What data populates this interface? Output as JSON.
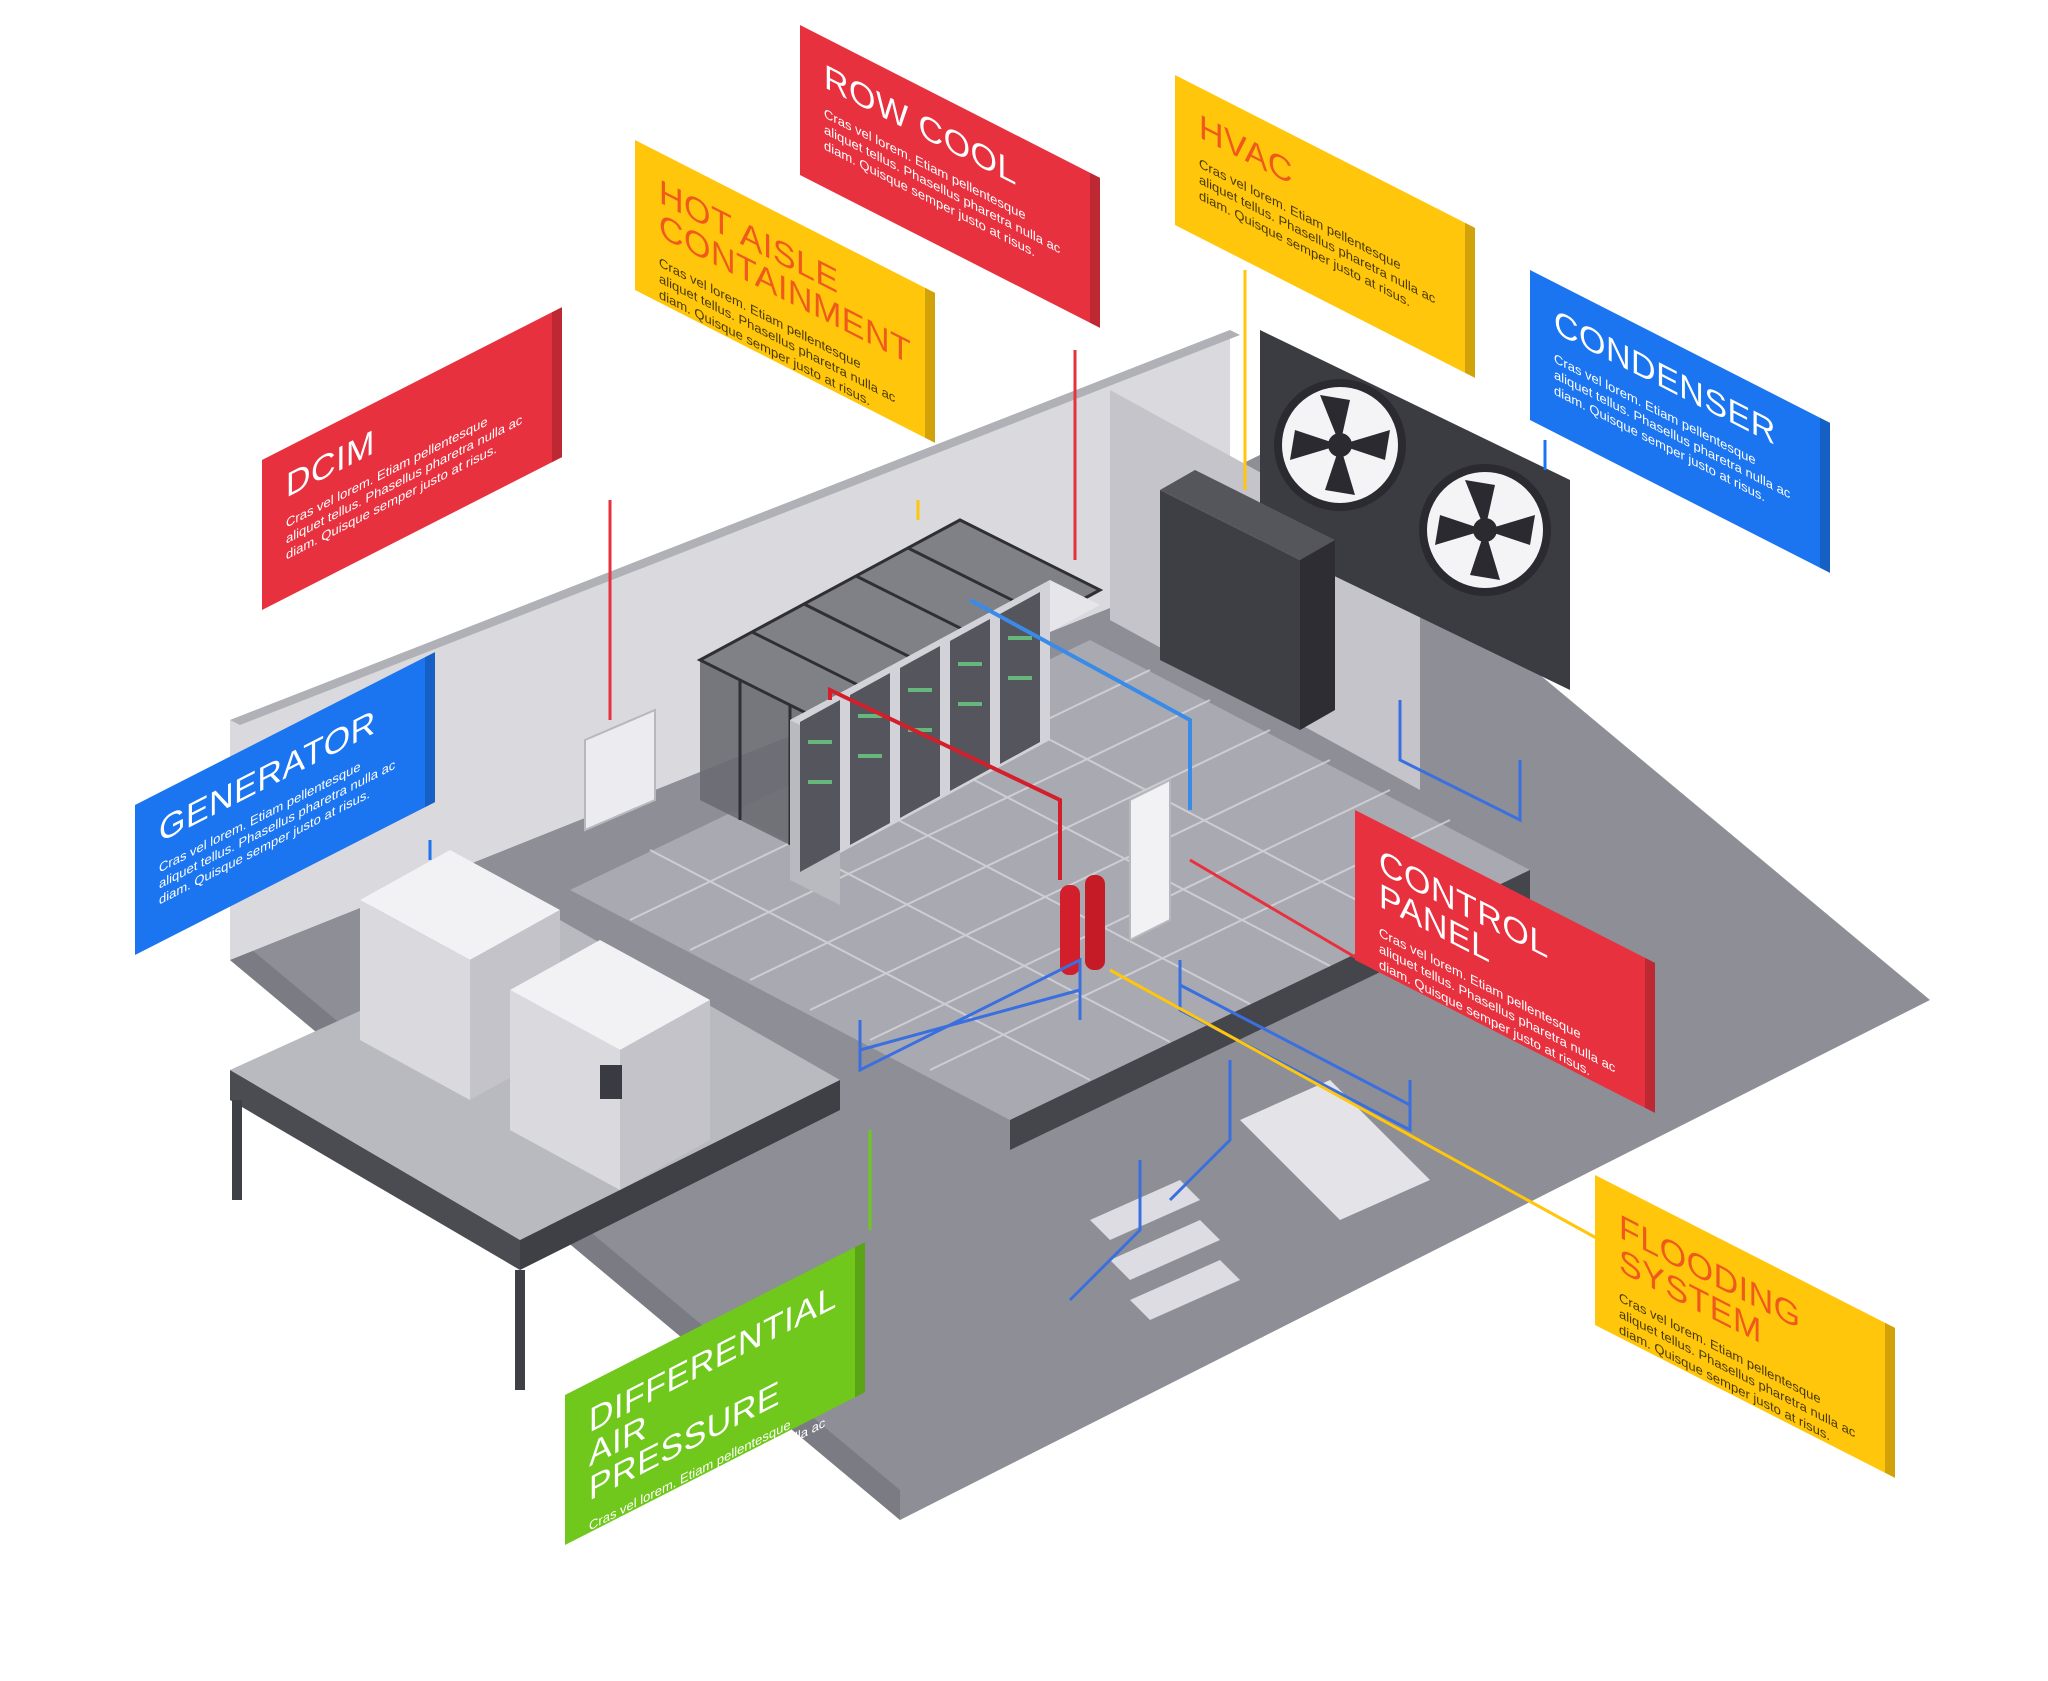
{
  "labels": {
    "row_cool": {
      "title": "ROW COOL",
      "body": "Cras vel lorem. Etiam pellentesque aliquet tellus. Phasellus pharetra nulla ac diam. Quisque semper justo at risus.",
      "color": "#e8313f"
    },
    "hvac": {
      "title": "HVAC",
      "body": "Cras vel lorem. Etiam pellentesque aliquet tellus. Phasellus pharetra nulla ac diam. Quisque semper justo at risus.",
      "color": "#ffc60b"
    },
    "hot_aisle": {
      "title": "HOT AISLE\nCONTAINMENT",
      "body": "Cras vel lorem. Etiam pellentesque aliquet tellus. Phasellus pharetra nulla ac diam. Quisque semper justo at risus.",
      "color": "#ffc60b"
    },
    "condenser": {
      "title": "CONDENSER",
      "body": "Cras vel lorem. Etiam pellentesque aliquet tellus. Phasellus pharetra nulla ac diam. Quisque semper justo at risus.",
      "color": "#1b74f0"
    },
    "dcim": {
      "title": "DCIM",
      "body": "Cras vel lorem. Etiam pellentesque aliquet tellus. Phasellus pharetra nulla ac diam. Quisque semper justo at risus.",
      "color": "#e8313f"
    },
    "generator": {
      "title": "GENERATOR",
      "body": "Cras vel lorem. Etiam pellentesque aliquet tellus. Phasellus pharetra nulla ac diam. Quisque semper justo at risus.",
      "color": "#1b74f0"
    },
    "control_panel": {
      "title": "CONTROL PANEL",
      "body": "Cras vel lorem. Etiam pellentesque aliquet tellus. Phasellus pharetra nulla ac diam. Quisque semper justo at risus.",
      "color": "#e8313f"
    },
    "flooding": {
      "title": "FLOODING SYSTEM",
      "body": "Cras vel lorem. Etiam pellentesque aliquet tellus. Phasellus pharetra nulla ac diam. Quisque semper justo at risus.",
      "color": "#ffc60b"
    },
    "diff_air": {
      "title": "DIFFERENTIAL AIR\nPRESSURE",
      "body": "Cras vel lorem. Etiam pellentesque aliquet tellus. Phasellus pharetra nulla ac diam. Quisque semper justo at risus.",
      "color": "#6fc81b"
    }
  },
  "colors": {
    "floor": "#8e8e97",
    "platform": "#c9c9cf",
    "wall": "#d9d9de",
    "rack_dark": "#3a3a42",
    "pipe_red": "#d21f2b",
    "pipe_blue": "#3a8be8",
    "railing": "#3a6fe0"
  }
}
